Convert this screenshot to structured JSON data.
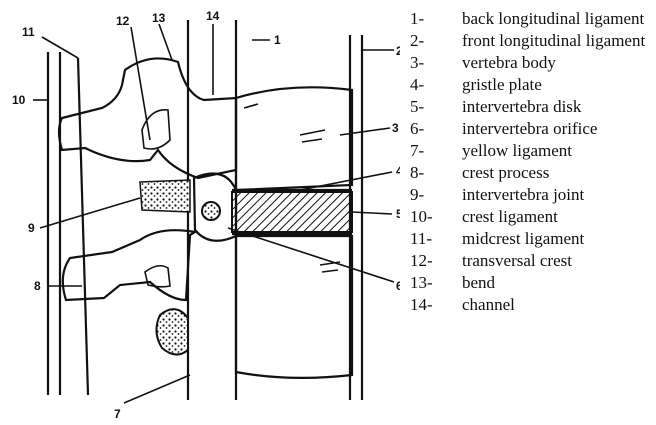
{
  "callouts": [
    "1",
    "2",
    "3",
    "4",
    "5",
    "6",
    "7",
    "8",
    "9",
    "10",
    "11",
    "12",
    "13",
    "14"
  ],
  "legend": [
    {
      "num": "1-",
      "label": "back longitudinal ligament"
    },
    {
      "num": "2-",
      "label": "front longitudinal ligament"
    },
    {
      "num": "3-",
      "label": "vertebra body"
    },
    {
      "num": "4-",
      "label": "gristle plate"
    },
    {
      "num": "5-",
      "label": "intervertebra disk"
    },
    {
      "num": "6-",
      "label": "intervertebra orifice"
    },
    {
      "num": "7-",
      "label": "yellow ligament"
    },
    {
      "num": "8-",
      "label": "crest process"
    },
    {
      "num": "9-",
      "label": "intervertebra joint"
    },
    {
      "num": "10-",
      "label": "crest ligament"
    },
    {
      "num": "11-",
      "label": "midcrest ligament"
    },
    {
      "num": "12-",
      "label": "transversal crest"
    },
    {
      "num": "13-",
      "label": "bend"
    },
    {
      "num": "14-",
      "label": "channel"
    }
  ]
}
